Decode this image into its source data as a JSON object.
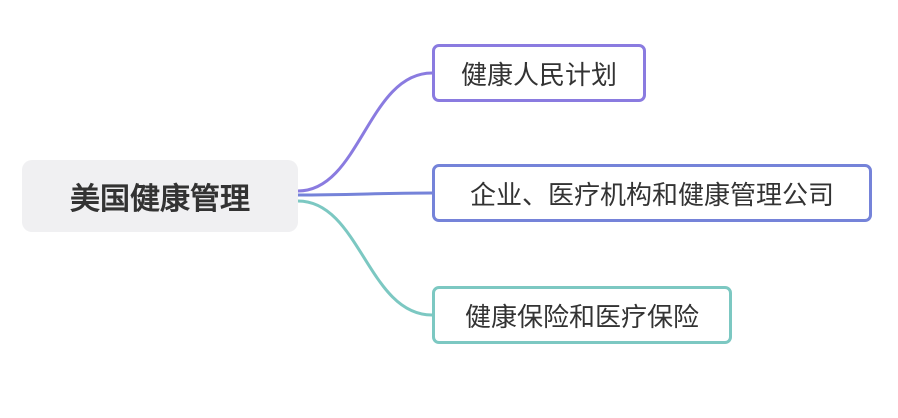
{
  "diagram": {
    "type": "mindmap",
    "root": {
      "label": "美国健康管理",
      "bg": "#f0f0f2",
      "text_color": "#333333"
    },
    "children": [
      {
        "label": "健康人民计划",
        "color": "#8a7be0"
      },
      {
        "label": "企业、医疗机构和健康管理公司",
        "color": "#7583d9"
      },
      {
        "label": "健康保险和医疗保险",
        "color": "#7cc8c2"
      }
    ]
  }
}
